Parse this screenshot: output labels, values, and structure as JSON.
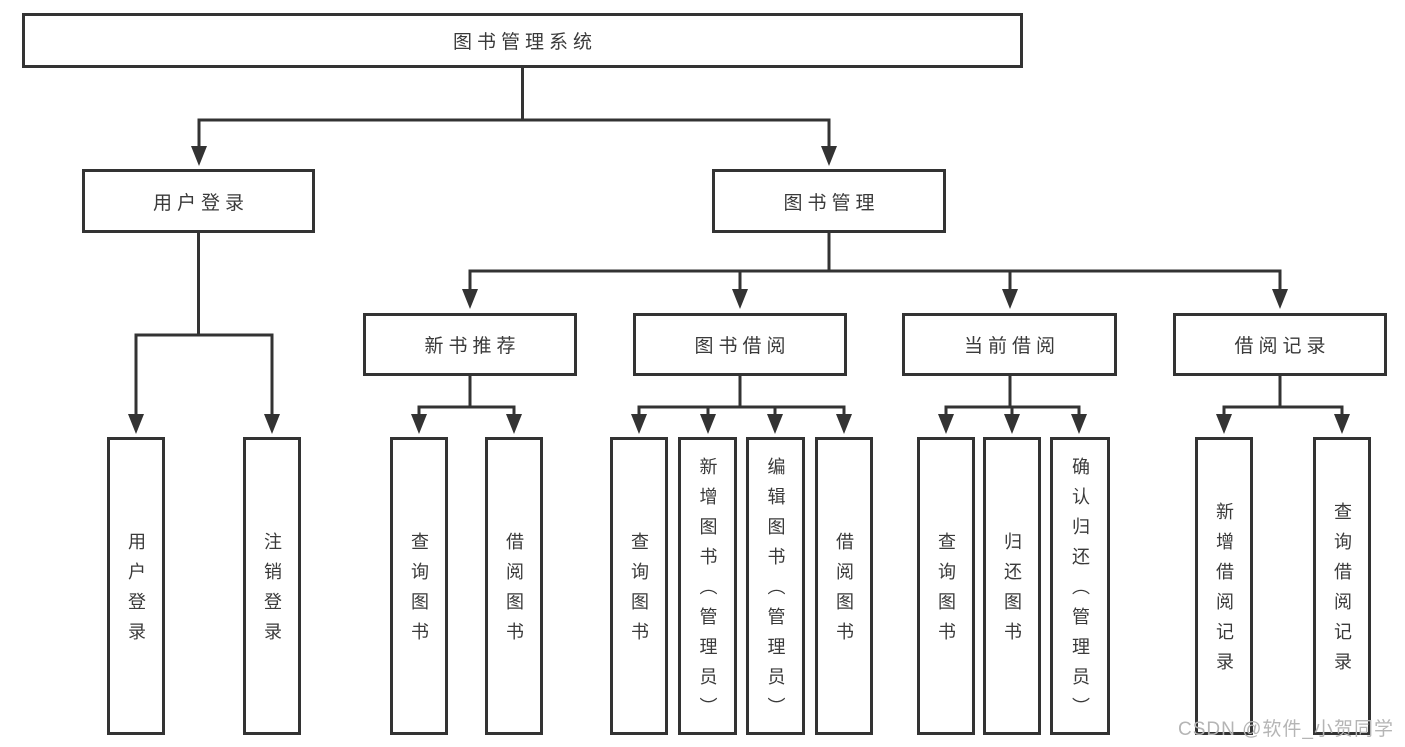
{
  "diagram": {
    "title": "图书管理系统",
    "tree": {
      "label": "图书管理系统",
      "children": [
        {
          "label": "用户登录",
          "children": [
            {
              "label": "用户登录"
            },
            {
              "label": "注销登录"
            }
          ]
        },
        {
          "label": "图书管理",
          "children": [
            {
              "label": "新书推荐",
              "children": [
                {
                  "label": "查询图书"
                },
                {
                  "label": "借阅图书"
                }
              ]
            },
            {
              "label": "图书借阅",
              "children": [
                {
                  "label": "查询图书"
                },
                {
                  "label": "新增图书（管理员）"
                },
                {
                  "label": "编辑图书（管理员）"
                },
                {
                  "label": "借阅图书"
                }
              ]
            },
            {
              "label": "当前借阅",
              "children": [
                {
                  "label": "查询图书"
                },
                {
                  "label": "归还图书"
                },
                {
                  "label": "确认归还（管理员）"
                }
              ]
            },
            {
              "label": "借阅记录",
              "children": [
                {
                  "label": "新增借阅记录"
                },
                {
                  "label": "查询借阅记录"
                }
              ]
            }
          ]
        }
      ]
    }
  },
  "watermark": {
    "text": "CSDN @软件_小贺同学"
  },
  "colors": {
    "line": "#333333",
    "box_border": "#333333",
    "text": "#3a3a3a",
    "watermark": "#b5b5b5",
    "background": "#ffffff"
  }
}
